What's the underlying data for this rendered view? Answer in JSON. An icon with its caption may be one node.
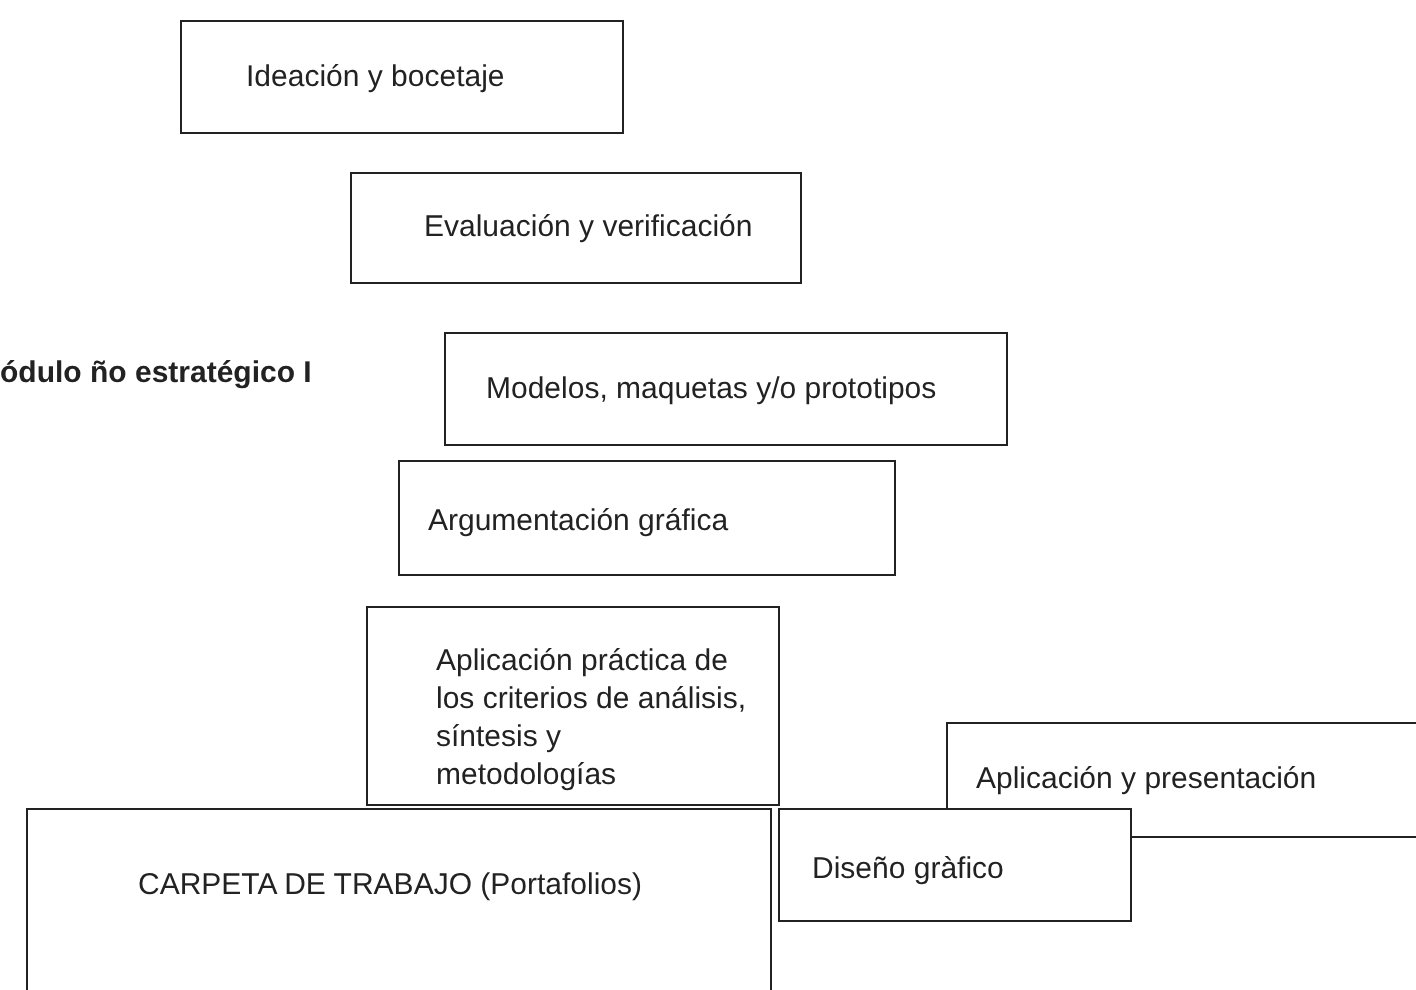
{
  "diagram": {
    "nodes": [
      {
        "text": [
          "Ideación y bocetaje"
        ]
      },
      {
        "text": [
          "Evaluación y verificación"
        ]
      },
      {
        "text": [
          "Modelos, maquetas y/o prototipos"
        ]
      },
      {
        "text": [
          "Argumentación gráfica"
        ]
      },
      {
        "text": [
          "Aplicación práctica de los criterios de análisis, síntesis y metodologías"
        ]
      },
      {
        "text": [
          "Aplicación y presentación"
        ]
      },
      {
        "text": [
          "CARPETA DE TRABAJO (Portafolios)"
        ]
      },
      {
        "text": [
          "Diseño gràfico"
        ]
      }
    ],
    "labels": [
      "ódulo ño estratégico I"
    ]
  }
}
